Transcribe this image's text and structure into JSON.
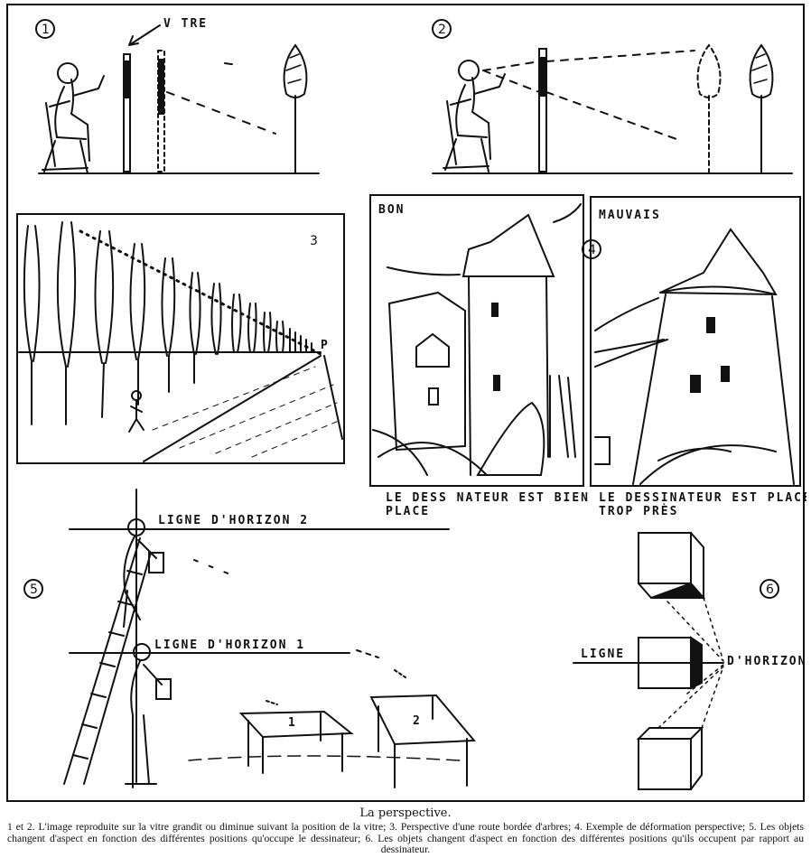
{
  "labels": {
    "vitre": "V TRE",
    "bon": "BON",
    "mauvais": "MAUVAIS",
    "point_p": "P",
    "bon_caption_1": "LE DESS NATEUR EST BIEN",
    "bon_caption_2": "PLACE",
    "mauvais_caption_1": "LE DESSINATEUR EST PLACE",
    "mauvais_caption_2": "TROP PRÈS",
    "horizon_2": "LIGNE D'HORIZON  2",
    "horizon_1": "LIGNE D'HORIZON  1",
    "table_1": "1",
    "table_2": "2",
    "ligne": "LIGNE",
    "dhorizon": "D'HORIZON"
  },
  "numbers": {
    "n1": "1",
    "n2": "2",
    "n3": "3",
    "n4": "4",
    "n5": "5",
    "n6": "6"
  },
  "caption": {
    "title": "La perspective.",
    "text": "1 et 2. L'image reproduite sur la vitre grandit ou diminue suivant la position de la vitre; 3. Perspective d'une route bordée d'arbres; 4. Exemple de déformation perspective; 5. Les objets changent d'aspect en fonction des différentes positions qu'occupe le dessinateur; 6. Les objets changent d'aspect en fonction des différentes positions qu'ils occupent par rapport au dessinateur."
  }
}
